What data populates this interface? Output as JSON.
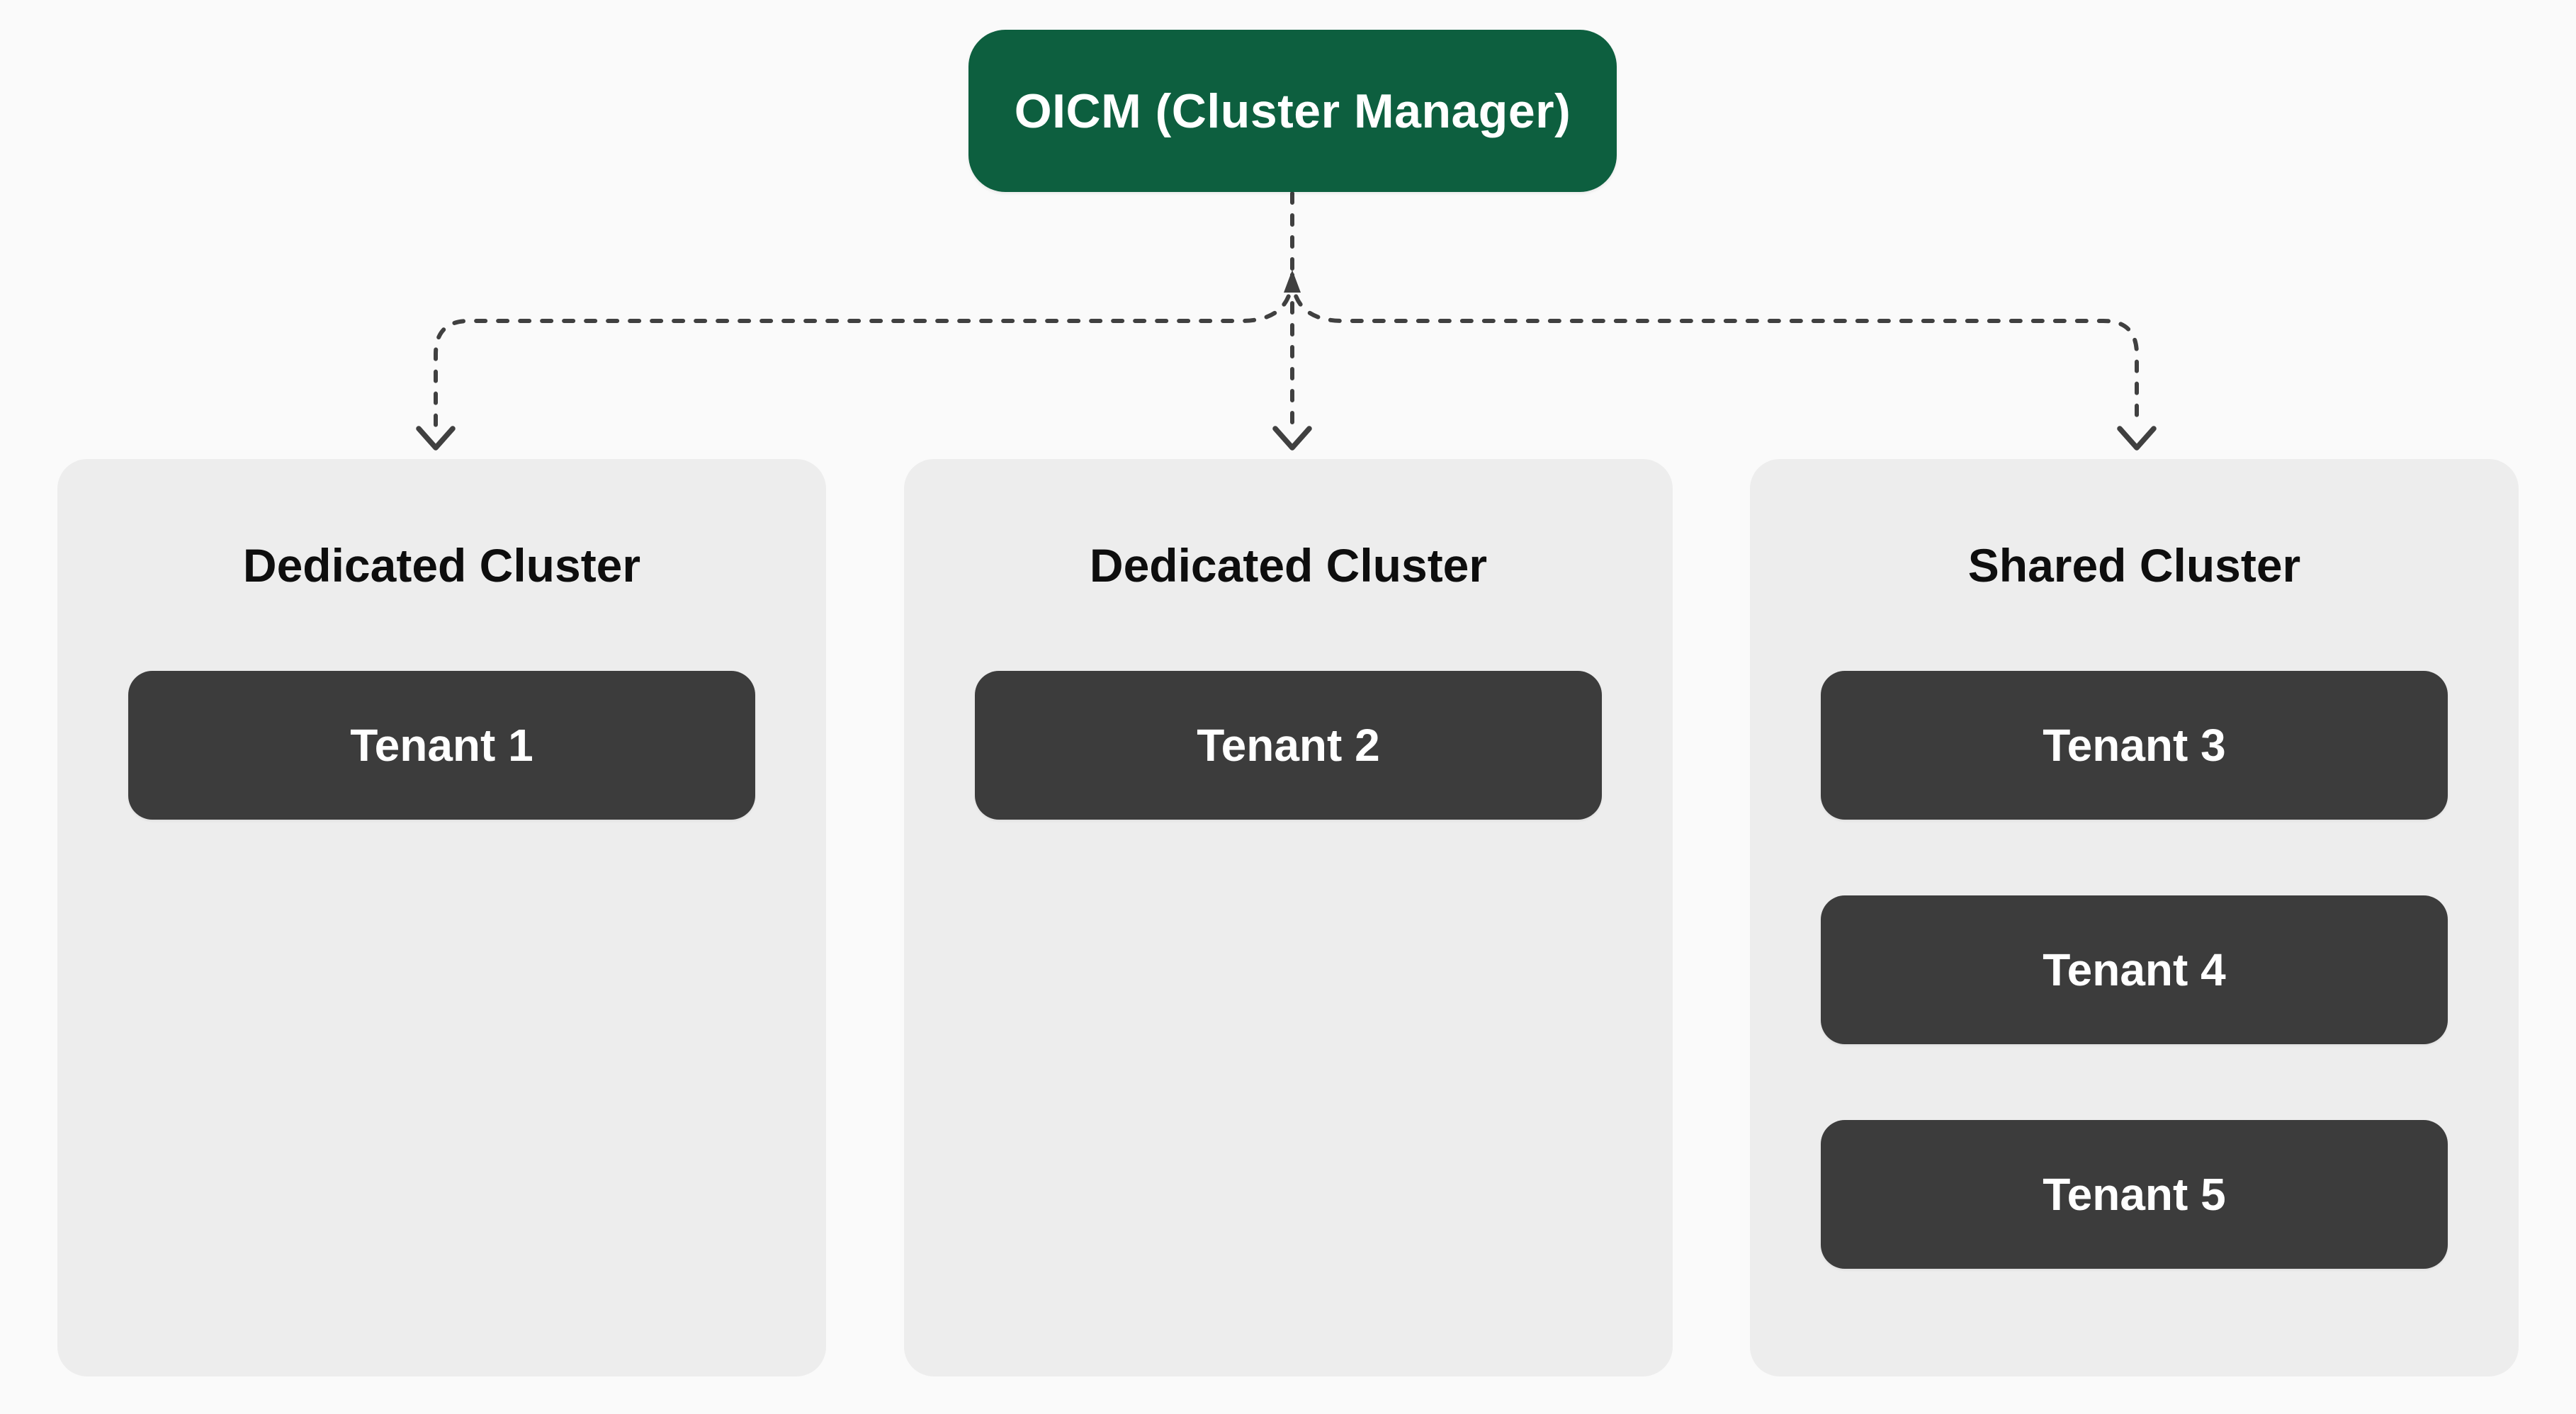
{
  "diagram": {
    "root": {
      "label": "OICM (Cluster Manager)"
    },
    "clusters": [
      {
        "title": "Dedicated Cluster",
        "tenants": [
          {
            "label": "Tenant 1"
          }
        ]
      },
      {
        "title": "Dedicated Cluster",
        "tenants": [
          {
            "label": "Tenant 2"
          }
        ]
      },
      {
        "title": "Shared Cluster",
        "tenants": [
          {
            "label": "Tenant 3"
          },
          {
            "label": "Tenant 4"
          },
          {
            "label": "Tenant 5"
          }
        ]
      }
    ]
  },
  "colors": {
    "page_bg": "#FAFAFA",
    "root_bg": "#0D5F3F",
    "root_text": "#FFFFFF",
    "card_bg": "#EDEDED",
    "card_title_text": "#0E0E0E",
    "tenant_bg": "#3C3C3C",
    "tenant_text": "#FFFFFF",
    "connector": "#404040"
  }
}
